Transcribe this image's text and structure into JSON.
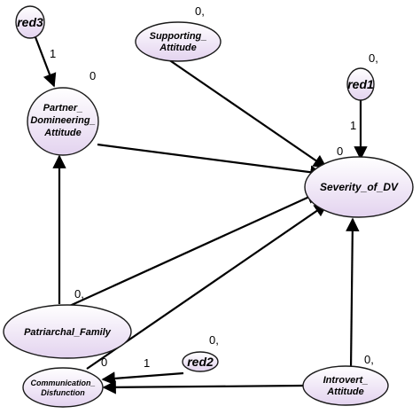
{
  "nodes": {
    "red3": {
      "label": [
        "red3"
      ]
    },
    "supporting_attitude": {
      "label": [
        "Supporting_",
        "Attitude"
      ]
    },
    "partner_domineering": {
      "label": [
        "Partner_",
        "Domineering_",
        "Attitude"
      ]
    },
    "red1": {
      "label": [
        "red1"
      ]
    },
    "severity_of_dv": {
      "label": [
        "Severity_of_DV"
      ]
    },
    "patriarchal_family": {
      "label": [
        "Patriarchal_Family"
      ]
    },
    "red2": {
      "label": [
        "red2"
      ]
    },
    "communication_disfunction": {
      "label": [
        "Communication_",
        "Disfunction"
      ]
    },
    "introvert_attitude": {
      "label": [
        "Introvert_",
        "Attitude"
      ]
    }
  },
  "annotations": {
    "supporting_variance": "0,",
    "partner_intercept": "0",
    "red1_variance": "0,",
    "severity_intercept": "0",
    "patriarchal_variance": "0,",
    "red2_variance": "0,",
    "communication_intercept": "0",
    "introvert_variance": "0,"
  },
  "edges": [
    {
      "from": "red3",
      "to": "partner_domineering",
      "label": "1"
    },
    {
      "from": "supporting_attitude",
      "to": "severity_of_dv",
      "label": ""
    },
    {
      "from": "red1",
      "to": "severity_of_dv",
      "label": "1"
    },
    {
      "from": "partner_domineering",
      "to": "severity_of_dv",
      "label": ""
    },
    {
      "from": "patriarchal_family",
      "to": "partner_domineering",
      "label": ""
    },
    {
      "from": "patriarchal_family",
      "to": "severity_of_dv",
      "label": ""
    },
    {
      "from": "communication_disfunction",
      "to": "severity_of_dv",
      "label": ""
    },
    {
      "from": "introvert_attitude",
      "to": "severity_of_dv",
      "label": ""
    },
    {
      "from": "red2",
      "to": "communication_disfunction",
      "label": "1"
    },
    {
      "from": "introvert_attitude",
      "to": "communication_disfunction",
      "label": ""
    }
  ]
}
